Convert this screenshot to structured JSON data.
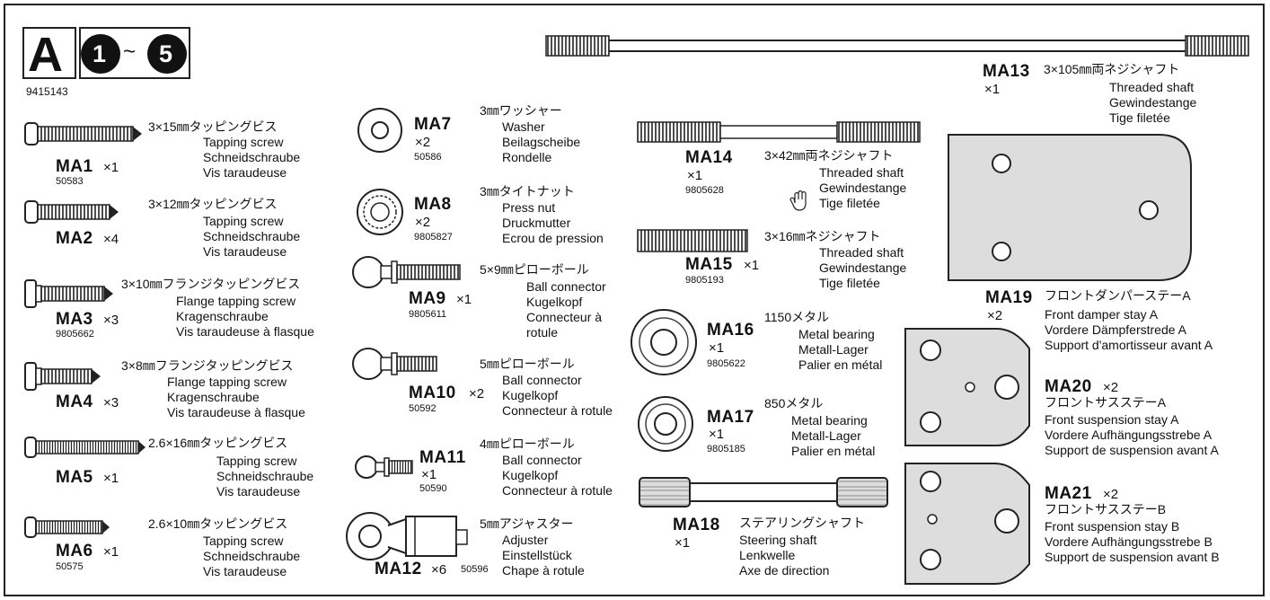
{
  "header": {
    "step_letter": "A",
    "step_from": "1",
    "step_range_sep": "~",
    "step_to": "5",
    "bag_number": "9415143"
  },
  "parts": {
    "MA1": {
      "code": "MA1",
      "qty": "×1",
      "part_no": "50583",
      "jp": "3×15㎜タッピングビス",
      "names": [
        "Tapping screw",
        "Schneidschraube",
        "Vis taraudeuse"
      ]
    },
    "MA2": {
      "code": "MA2",
      "qty": "×4",
      "part_no": "",
      "jp": "3×12㎜タッピングビス",
      "names": [
        "Tapping screw",
        "Schneidschraube",
        "Vis taraudeuse"
      ]
    },
    "MA3": {
      "code": "MA3",
      "qty": "×3",
      "part_no": "9805662",
      "jp": "3×10㎜フランジタッピングビス",
      "names": [
        "Flange tapping screw",
        "Kragenschraube",
        "Vis taraudeuse à flasque"
      ]
    },
    "MA4": {
      "code": "MA4",
      "qty": "×3",
      "part_no": "",
      "jp": "3×8㎜フランジタッピングビス",
      "names": [
        "Flange tapping screw",
        "Kragenschraube",
        "Vis taraudeuse à flasque"
      ]
    },
    "MA5": {
      "code": "MA5",
      "qty": "×1",
      "part_no": "",
      "jp": "2.6×16㎜タッピングビス",
      "names": [
        "Tapping screw",
        "Schneidschraube",
        "Vis taraudeuse"
      ]
    },
    "MA6": {
      "code": "MA6",
      "qty": "×1",
      "part_no": "50575",
      "jp": "2.6×10㎜タッピングビス",
      "names": [
        "Tapping screw",
        "Schneidschraube",
        "Vis taraudeuse"
      ]
    },
    "MA7": {
      "code": "MA7",
      "qty": "×2",
      "part_no": "50586",
      "jp": "3㎜ワッシャー",
      "names": [
        "Washer",
        "Beilagscheibe",
        "Rondelle"
      ]
    },
    "MA8": {
      "code": "MA8",
      "qty": "×2",
      "part_no": "9805827",
      "jp": "3㎜タイトナット",
      "names": [
        "Press nut",
        "Druckmutter",
        "Ecrou de pression"
      ]
    },
    "MA9": {
      "code": "MA9",
      "qty": "×1",
      "part_no": "9805611",
      "jp": "5×9㎜ピローボール",
      "names": [
        "Ball connector",
        "Kugelkopf",
        "Connecteur à",
        "rotule"
      ]
    },
    "MA10": {
      "code": "MA10",
      "qty": "×2",
      "part_no": "50592",
      "jp": "5㎜ピローボール",
      "names": [
        "Ball connector",
        "Kugelkopf",
        "Connecteur à rotule"
      ]
    },
    "MA11": {
      "code": "MA11",
      "qty": "×1",
      "part_no": "50590",
      "jp": "4㎜ピローボール",
      "names": [
        "Ball connector",
        "Kugelkopf",
        "Connecteur à rotule"
      ]
    },
    "MA12": {
      "code": "MA12",
      "qty": "×6",
      "part_no": "50596",
      "jp": "5㎜アジャスター",
      "names": [
        "Adjuster",
        "Einstellstück",
        "Chape à rotule"
      ]
    },
    "MA13": {
      "code": "MA13",
      "qty": "×1",
      "part_no": "",
      "jp": "3×105㎜両ネジシャフト",
      "names": [
        "Threaded shaft",
        "Gewindestange",
        "Tige filetée"
      ]
    },
    "MA14": {
      "code": "MA14",
      "qty": "×1",
      "part_no": "9805628",
      "jp": "3×42㎜両ネジシャフト",
      "names": [
        "Threaded shaft",
        "Gewindestange",
        "Tige filetée"
      ]
    },
    "MA15": {
      "code": "MA15",
      "qty": "×1",
      "part_no": "9805193",
      "jp": "3×16㎜ネジシャフト",
      "names": [
        "Threaded shaft",
        "Gewindestange",
        "Tige filetée"
      ]
    },
    "MA16": {
      "code": "MA16",
      "qty": "×1",
      "part_no": "9805622",
      "jp": "1150メタル",
      "names": [
        "Metal bearing",
        "Metall-Lager",
        "Palier en métal"
      ]
    },
    "MA17": {
      "code": "MA17",
      "qty": "×1",
      "part_no": "9805185",
      "jp": "850メタル",
      "names": [
        "Metal bearing",
        "Metall-Lager",
        "Palier en métal"
      ]
    },
    "MA18": {
      "code": "MA18",
      "qty": "×1",
      "part_no": "",
      "jp": "ステアリングシャフト",
      "names": [
        "Steering shaft",
        "Lenkwelle",
        "Axe de direction"
      ]
    },
    "MA19": {
      "code": "MA19",
      "qty": "×2",
      "part_no": "",
      "jp": "フロントダンパーステーA",
      "names": [
        "Front damper stay A",
        "Vordere Dämpferstrede A",
        "Support d'amortisseur avant A"
      ]
    },
    "MA20": {
      "code": "MA20",
      "qty": "×2",
      "part_no": "",
      "jp": "フロントサスステーA",
      "names": [
        "Front suspension stay A",
        "Vordere Aufhängungsstrebe A",
        "Support de suspension avant A"
      ]
    },
    "MA21": {
      "code": "MA21",
      "qty": "×2",
      "part_no": "",
      "jp": "フロントサスステーB",
      "names": [
        "Front suspension stay B",
        "Vordere Aufhängungsstrebe B",
        "Support de suspension avant B"
      ]
    }
  },
  "icons": {
    "hand_cursor": "hand-pointer-icon"
  }
}
